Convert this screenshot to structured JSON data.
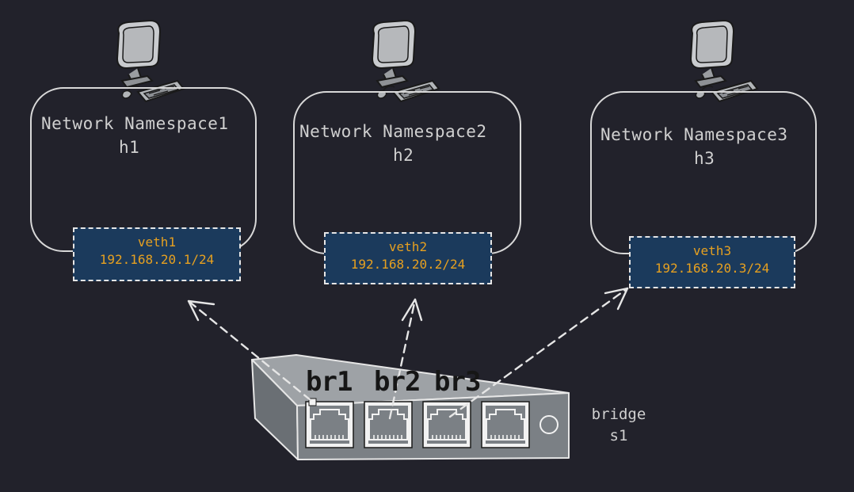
{
  "namespaces": [
    {
      "title": "Network Namespace1",
      "host": "h1",
      "veth_name": "veth1",
      "veth_ip": "192.168.20.1/24"
    },
    {
      "title": "Network Namespace2",
      "host": "h2",
      "veth_name": "veth2",
      "veth_ip": "192.168.20.2/24"
    },
    {
      "title": "Network Namespace3",
      "host": "h3",
      "veth_name": "veth3",
      "veth_ip": "192.168.20.3/24"
    }
  ],
  "bridge": {
    "ports": [
      "br1",
      "br2",
      "br3"
    ],
    "label": "bridge",
    "name": "s1"
  },
  "colors": {
    "background": "#22222b",
    "veth_fill": "#1b3a5c",
    "veth_text": "#e6a020",
    "outline": "#e6e6e6",
    "switch_body": "#7b8085"
  },
  "icons": [
    "computer-icon",
    "network-switch-icon",
    "ethernet-port-icon"
  ]
}
